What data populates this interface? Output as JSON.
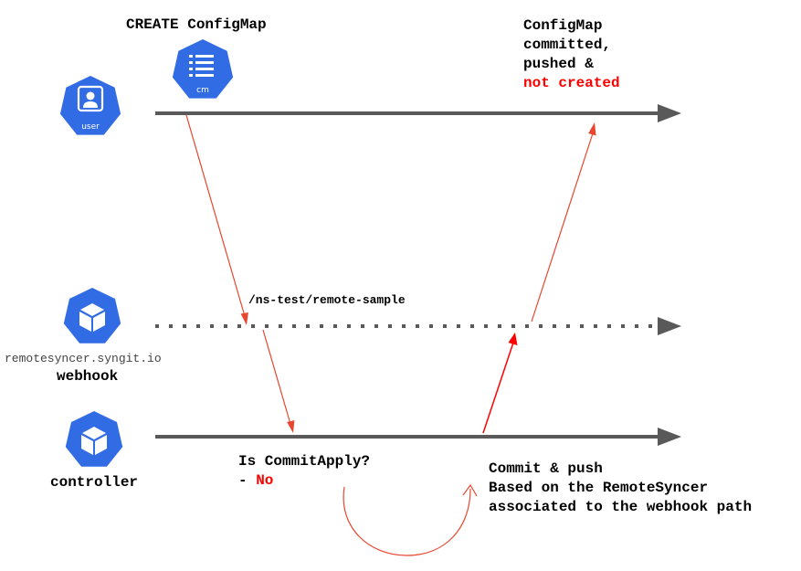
{
  "actors": {
    "user": {
      "icon_text": "user"
    },
    "cm": {
      "icon_text": "cm"
    },
    "webhook": {
      "service": "remotesyncer.syngit.io",
      "label": "webhook"
    },
    "controller": {
      "label": "controller"
    }
  },
  "labels": {
    "create": "CREATE ConfigMap",
    "result_line1": "ConfigMap",
    "result_line2": "committed,",
    "result_line3": "pushed &",
    "result_line4": "not created",
    "webhook_path": "/ns-test/remote-sample",
    "question": "Is CommitApply?",
    "answer_prefix": "- ",
    "answer": "No",
    "action_line1": "Commit & push",
    "action_line2": "Based on the RemoteSyncer",
    "action_line3": "associated to the webhook path"
  },
  "colors": {
    "icon_blue": "#326ce5",
    "timeline": "#595959",
    "arrow_red": "#e8462e",
    "highlight_red": "#ff0000"
  }
}
